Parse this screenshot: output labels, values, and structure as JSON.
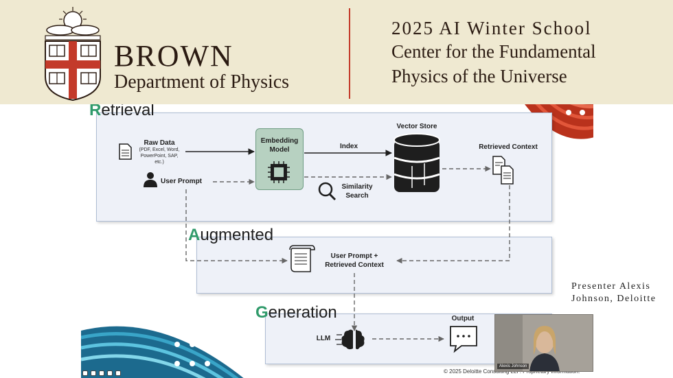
{
  "header": {
    "university": "BROWN",
    "department": "Department of Physics",
    "event_line1": "2025 AI Winter School",
    "event_line2": "Center for the Fundamental",
    "event_line3": "Physics of the Universe"
  },
  "slide": {
    "retrieval": {
      "initial": "R",
      "rest": "etrieval"
    },
    "augmented": {
      "initial": "A",
      "rest": "ugmented"
    },
    "generation": {
      "initial": "G",
      "rest": "eneration"
    },
    "raw_data": "Raw Data",
    "raw_data_types_1": "(PDF, Excel, Word,",
    "raw_data_types_2": "PowerPoint, SAP,",
    "raw_data_types_3": "etc.)",
    "user_prompt": "User Prompt",
    "embedding_model_1": "Embedding",
    "embedding_model_2": "Model",
    "index": "Index",
    "vector_store": "Vector Store",
    "similarity_search_1": "Similarity",
    "similarity_search_2": "Search",
    "retrieved_context": "Retrieved Context",
    "augmented_prompt_1": "User Prompt +",
    "augmented_prompt_2": "Retrieved Context",
    "llm": "LLM",
    "output": "Output",
    "copyright": "© 2025 Deloitte Consulting LLP. Proprietary information."
  },
  "video": {
    "name_tag": "Alexis Johnson"
  },
  "presenter": {
    "line1": "Presenter Alexis",
    "line2": "Johnson, Deloitte"
  },
  "colors": {
    "banner": "#efe9d1",
    "brown_red": "#c33a2a",
    "accent_green": "#2f9a6a",
    "section_fill": "#eef1f8"
  },
  "icons": [
    "brown-shield-icon",
    "document-icon",
    "person-icon",
    "chip-icon",
    "database-icon",
    "magnifier-icon",
    "documents-icon",
    "scroll-icon",
    "brain-icon",
    "chat-icon"
  ]
}
